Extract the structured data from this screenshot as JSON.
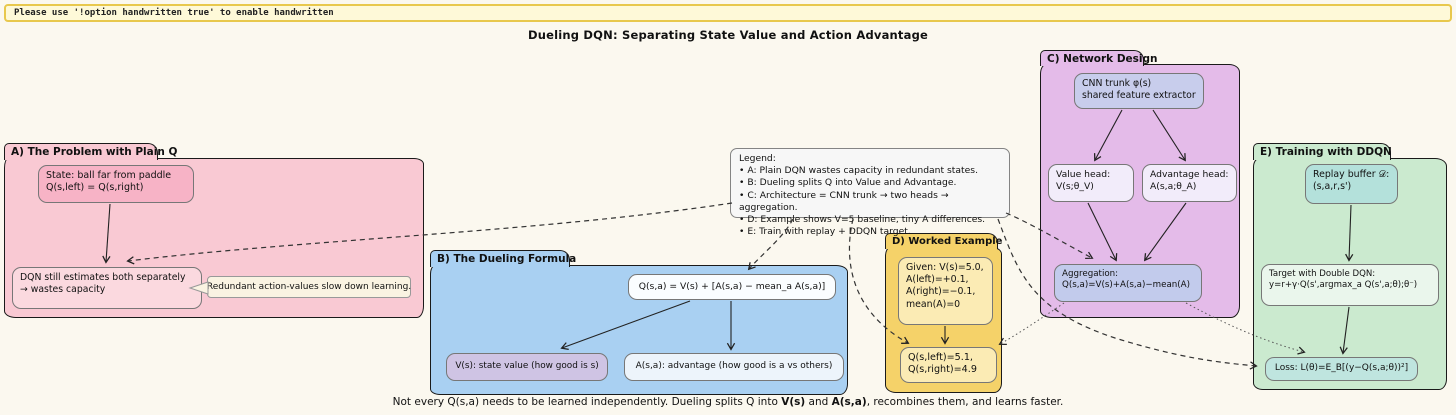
{
  "banner": {
    "text": "Please use '!option handwritten true' to enable handwritten"
  },
  "title": "Dueling DQN: Separating State Value and Action Advantage",
  "legend": {
    "heading": "Legend:",
    "items": [
      "• A: Plain DQN wastes capacity in redundant states.",
      "• B: Dueling splits Q into Value and Advantage.",
      "• C: Architecture = CNN trunk → two heads → aggregation.",
      "• D: Example shows V=5 baseline, tiny A differences.",
      "• E: Train with replay + DDQN target."
    ]
  },
  "panels": {
    "a": {
      "title": "A) The Problem with Plain Q",
      "state_node": "State: ball far from paddle\nQ(s,left) = Q(s,right)",
      "dqn_node": "DQN still estimates both separately\n→ wastes capacity",
      "callout": "Redundant action-values slow down learning."
    },
    "b": {
      "title": "B) The Dueling Formula",
      "formula_node": "Q(s,a) = V(s) + [A(s,a) − mean_a A(s,a)]",
      "value_node": "V(s): state value (how good is s)",
      "advantage_node": "A(s,a): advantage (how good is a vs others)"
    },
    "c": {
      "title": "C) Network Design",
      "cnn_node": "CNN trunk φ(s)\nshared feature extractor",
      "value_head_node": "Value head:\nV(s;θ_V)",
      "advantage_head_node": "Advantage head:\nA(s,a;θ_A)",
      "aggregation_node": "Aggregation:\nQ(s,a)=V(s)+A(s,a)−mean(A)"
    },
    "d": {
      "title": "D) Worked Example",
      "given_node": "Given: V(s)=5.0,\nA(left)=+0.1,\nA(right)=−0.1,\nmean(A)=0",
      "result_node": "Q(s,left)=5.1,\nQ(s,right)=4.9"
    },
    "e": {
      "title": "E) Training with DDQN",
      "replay_node": "Replay buffer 𝒟:\n(s,a,r,s')",
      "target_node": "Target with Double DQN:\ny=r+γ·Q(s',argmax_a Q(s',a;θ);θ⁻)",
      "loss_node": "Loss: L(θ)=E_B[(y−Q(s,a;θ))²]"
    }
  },
  "caption": {
    "part1": "Not every Q(s,a) needs to be learned independently. Dueling splits Q into ",
    "bold1": "V(s)",
    "part2": " and ",
    "bold2": "A(s,a)",
    "part3": ", recombines them, and learns faster."
  },
  "colors": {
    "background": "#FBF8EF",
    "banner_bg": "#FEF9D8",
    "banner_border": "#E8C84D",
    "panel_a": "#F9C9D3",
    "panel_b": "#A9D0F2",
    "panel_c": "#E4BBE9",
    "panel_d": "#F5D269",
    "panel_e": "#CBEACF",
    "callout_bg": "#FAF3E2",
    "legend_bg": "#F7F7F7"
  }
}
